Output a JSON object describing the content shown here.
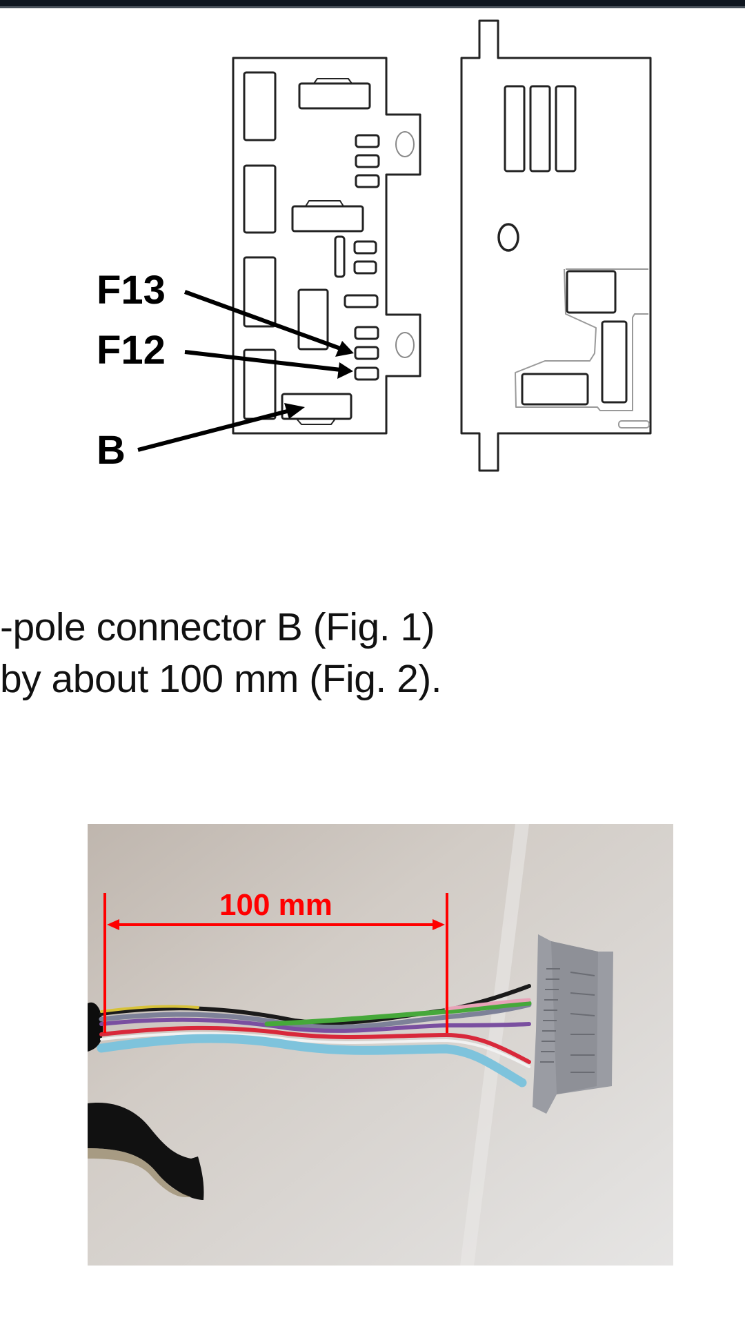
{
  "figure1": {
    "kind": "line-drawing",
    "callouts": [
      {
        "id": "f13",
        "label": "F13",
        "target": "fuse F13"
      },
      {
        "id": "f12",
        "label": "F12",
        "target": "fuse F12"
      },
      {
        "id": "b",
        "label": "B",
        "target": "connector B"
      }
    ]
  },
  "body_text": {
    "lines": [
      "-pole connector B (Fig. 1)",
      "by about 100 mm (Fig. 2)."
    ]
  },
  "figure2": {
    "kind": "photo",
    "dimension_label": "100 mm",
    "annotation_color": "#ff0000",
    "wire_colors": [
      "#1a1a1a",
      "#d7c23a",
      "#7a4fa0",
      "#7d8198",
      "#d8283a",
      "#f2f2f2",
      "#7ec3dc",
      "#46a83a",
      "#e8a3b8"
    ],
    "connector_color": "#9a9ca3"
  }
}
